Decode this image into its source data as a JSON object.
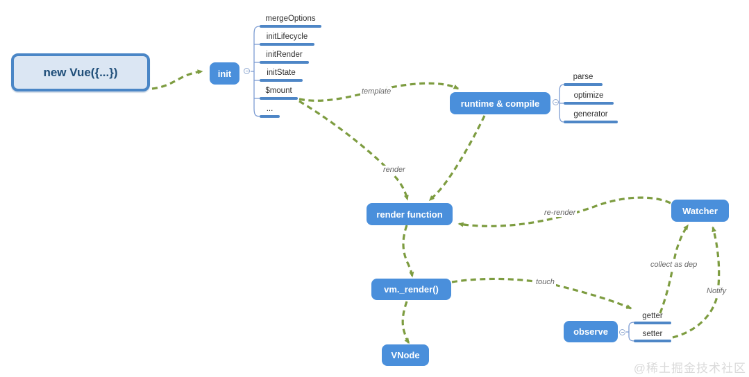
{
  "nodes": {
    "new_vue": "new Vue({...})",
    "init": "init",
    "runtime_compile": "runtime & compile",
    "render_function": "render function",
    "watcher": "Watcher",
    "vm_render": "vm._render()",
    "observe": "observe",
    "vnode": "VNode"
  },
  "init_children": [
    "mergeOptions",
    "initLifecycle",
    "initRender",
    "initState",
    "$mount",
    "..."
  ],
  "compile_children": [
    "parse",
    "optimize",
    "generator"
  ],
  "observe_children": [
    "getter",
    "setter"
  ],
  "edge_labels": {
    "template": "template",
    "render": "render",
    "re_render": "re-render",
    "touch": "touch",
    "collect_as_dep": "collect as dep",
    "notify": "Notify"
  },
  "watermark": "@稀土掘金技术社区",
  "colors": {
    "node_fill": "#4a8fdb",
    "topic_bar": "#4e86c6",
    "bracket_line": "#7b9bd2",
    "arrow_green": "#7d9c40",
    "root_fill": "#dbe6f3",
    "root_border": "#4a86c6",
    "root_text": "#1f4e79",
    "edge_label_text": "#666666",
    "watermark_text": "#dadada"
  }
}
